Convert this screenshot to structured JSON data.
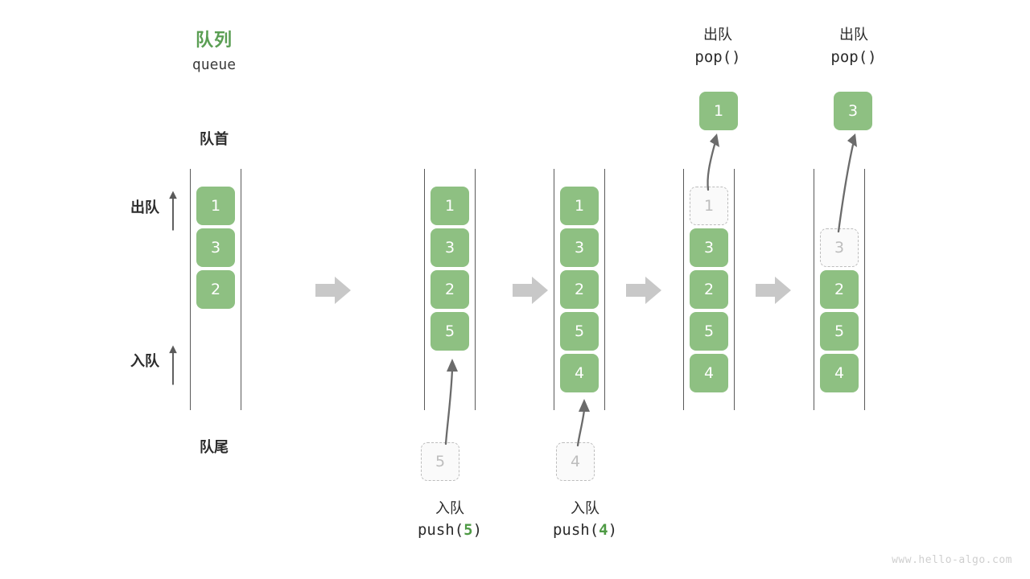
{
  "title": {
    "cn": "队列",
    "en": "queue",
    "color": "#5a9e53"
  },
  "labels": {
    "head": "队首",
    "tail": "队尾",
    "dequeue": "出队",
    "enqueue": "入队"
  },
  "colors": {
    "cell_fill": "#8ec082",
    "cell_text": "#ffffff",
    "ghost_text": "#bdbdbd",
    "ghost_border": "#bdbdbd",
    "rail": "#5a5a5a",
    "step_arrow": "#c8c8c8",
    "accent_green": "#4e9a44",
    "watermark": "#cfcfcf"
  },
  "icons": {
    "step_arrow": "right-arrow-icon",
    "up_arrow": "up-arrow-icon",
    "curved_arrow": "curved-arrow-icon"
  },
  "stages": [
    {
      "id": "stage-1",
      "name": "initial-queue",
      "cells": [
        {
          "value": "1",
          "state": "solid"
        },
        {
          "value": "3",
          "state": "solid"
        },
        {
          "value": "2",
          "state": "solid"
        }
      ]
    },
    {
      "id": "stage-2",
      "name": "after-push-5",
      "cells": [
        {
          "value": "1",
          "state": "solid"
        },
        {
          "value": "3",
          "state": "solid"
        },
        {
          "value": "2",
          "state": "solid"
        },
        {
          "value": "5",
          "state": "solid"
        }
      ],
      "incoming": {
        "value": "5",
        "state": "ghost"
      },
      "caption": {
        "cn": "入队",
        "code_prefix": "push(",
        "code_value": "5",
        "code_suffix": ")"
      }
    },
    {
      "id": "stage-3",
      "name": "after-push-4",
      "cells": [
        {
          "value": "1",
          "state": "solid"
        },
        {
          "value": "3",
          "state": "solid"
        },
        {
          "value": "2",
          "state": "solid"
        },
        {
          "value": "5",
          "state": "solid"
        },
        {
          "value": "4",
          "state": "solid"
        }
      ],
      "incoming": {
        "value": "4",
        "state": "ghost"
      },
      "caption": {
        "cn": "入队",
        "code_prefix": "push(",
        "code_value": "4",
        "code_suffix": ")"
      }
    },
    {
      "id": "stage-4",
      "name": "after-pop-1",
      "cells": [
        {
          "value": "1",
          "state": "ghost"
        },
        {
          "value": "3",
          "state": "solid"
        },
        {
          "value": "2",
          "state": "solid"
        },
        {
          "value": "5",
          "state": "solid"
        },
        {
          "value": "4",
          "state": "solid"
        }
      ],
      "popped": {
        "value": "1",
        "state": "solid"
      },
      "caption": {
        "cn": "出队",
        "code": "pop()"
      }
    },
    {
      "id": "stage-5",
      "name": "after-pop-3",
      "cells": [
        {
          "value": "",
          "state": "empty"
        },
        {
          "value": "3",
          "state": "ghost"
        },
        {
          "value": "2",
          "state": "solid"
        },
        {
          "value": "5",
          "state": "solid"
        },
        {
          "value": "4",
          "state": "solid"
        }
      ],
      "popped": {
        "value": "3",
        "state": "solid"
      },
      "caption": {
        "cn": "出队",
        "code": "pop()"
      }
    }
  ],
  "watermark": "www.hello-algo.com"
}
